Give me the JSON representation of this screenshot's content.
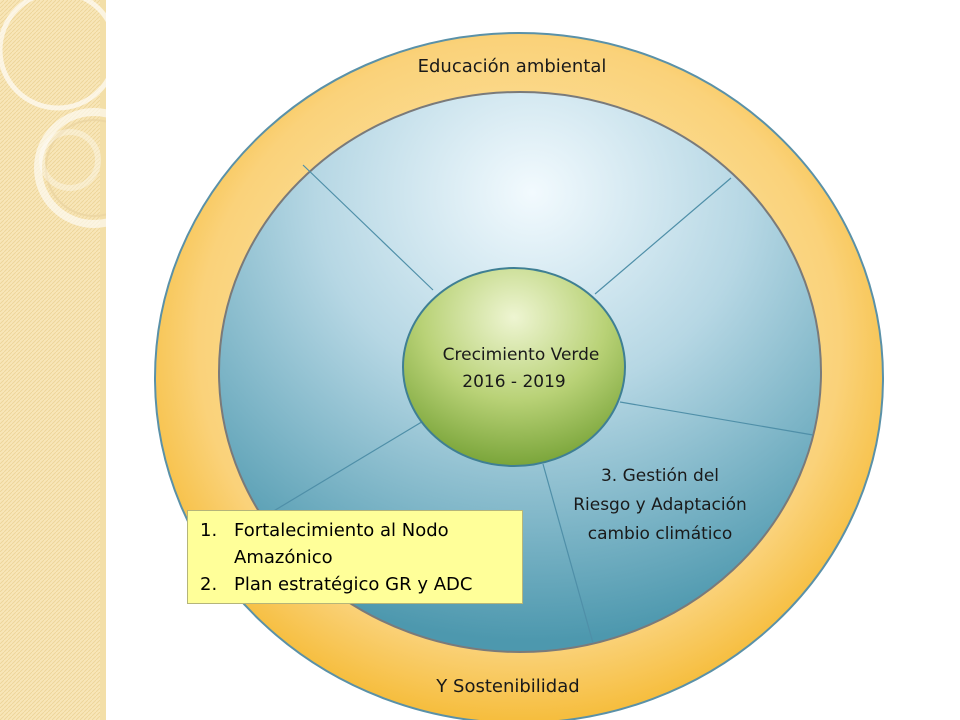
{
  "diagram": {
    "outer_ring": {
      "top_label": "Educación ambiental",
      "bottom_label": "Y Sostenibilidad",
      "color": "#f7b733"
    },
    "middle_ring": {
      "color": "#5a9fb5"
    },
    "center": {
      "line1": "Crecimiento Verde",
      "line2": "2016 - 2019",
      "color": "#8fb545"
    },
    "segment_label": {
      "line1": "3. Gestión del",
      "line2": "Riesgo y Adaptación",
      "line3": "cambio climático"
    }
  },
  "note_box": {
    "items": [
      {
        "number": "1.",
        "line1": "Fortalecimiento al Nodo",
        "line2": "Amazónico"
      },
      {
        "number": "2.",
        "line1": "Plan estratégico GR y ADC"
      }
    ],
    "color": "#ffff99"
  }
}
